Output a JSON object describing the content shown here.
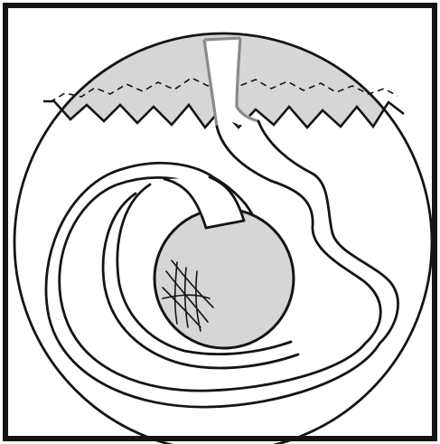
{
  "colors": {
    "stroke": "#141414",
    "grey_fill": "#d6d6d6",
    "drain_grey": "#8a8a8a",
    "background": "#ffffff"
  },
  "figure": {
    "shapes": [
      "outer-frame",
      "circular-view",
      "cap-region",
      "zigzag-margin",
      "dashed-suture-line",
      "drain-tube",
      "ribbon-band",
      "inner-ribbon-loop",
      "round-body",
      "crosshatch-lines"
    ],
    "cap_dashed": true,
    "round_body_filled": true
  }
}
